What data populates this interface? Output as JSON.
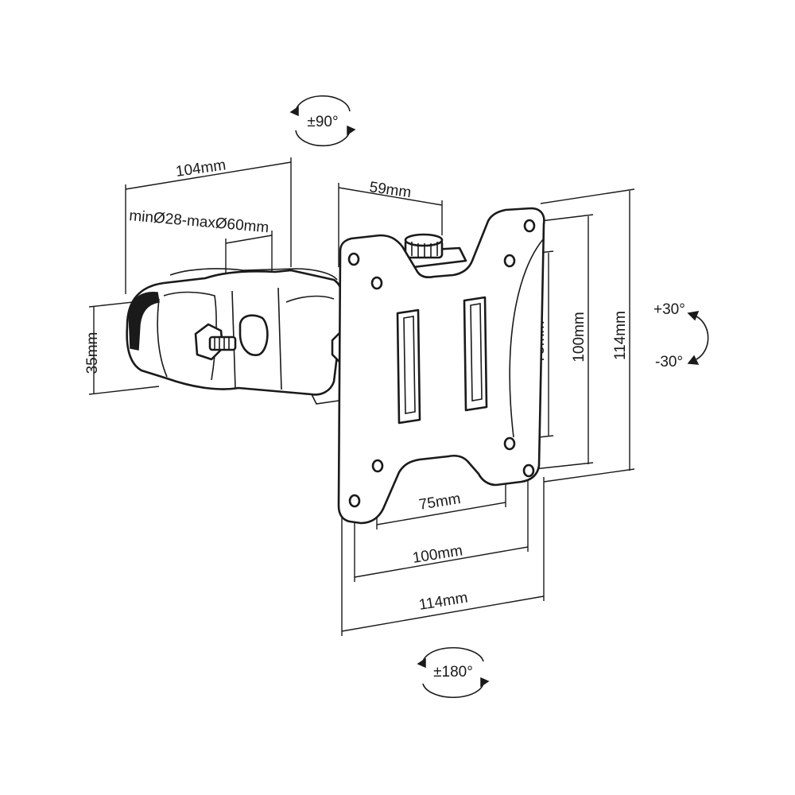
{
  "rotation": {
    "top": "±90°",
    "bottom": "±180°",
    "tilt_up": "+30°",
    "tilt_down": "-30°"
  },
  "dimensions": {
    "arm_length": "104mm",
    "clamp_range": "minØ28-maxØ60mm",
    "clamp_height": "35mm",
    "knob_offset": "59mm",
    "vesa_small_h": "75mm",
    "vesa_mid_h": "100mm",
    "vesa_large_h": "114mm",
    "vesa_small_w": "75mm",
    "vesa_mid_w": "100mm",
    "vesa_large_w": "114mm"
  },
  "colors": {
    "line": "#1a1a1a",
    "background": "#ffffff"
  }
}
